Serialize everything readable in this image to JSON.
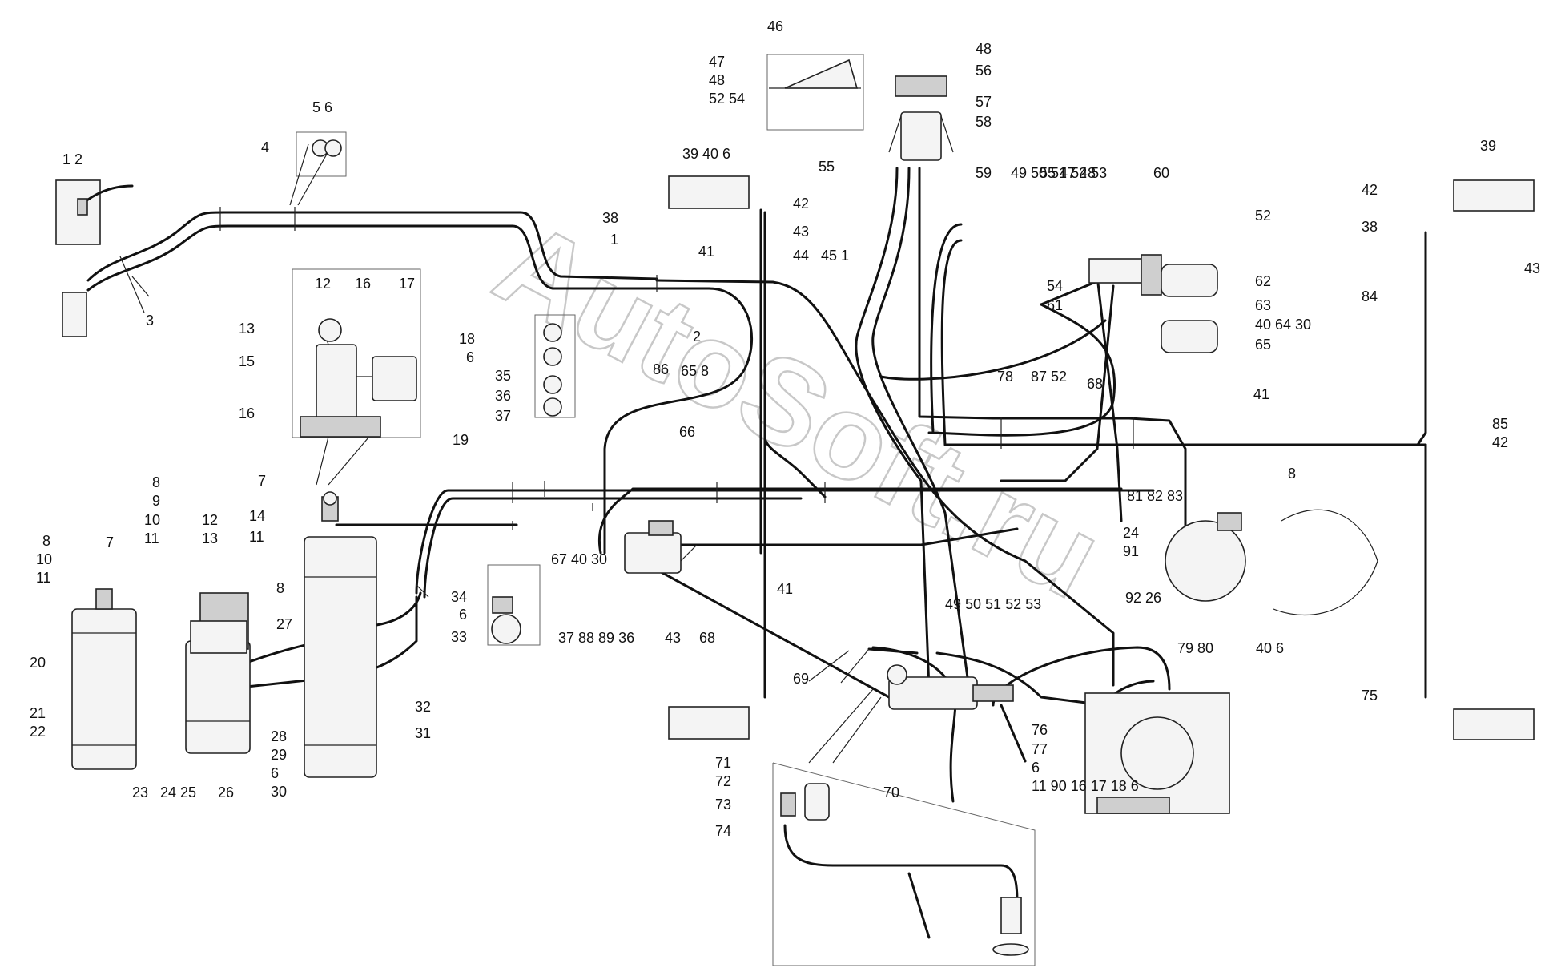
{
  "watermark": "AutoSoft.ru",
  "callouts": [
    {
      "t": "1 2"
    },
    {
      "t": "3"
    },
    {
      "t": "4"
    },
    {
      "t": "5 6"
    },
    {
      "t": "12"
    },
    {
      "t": "13"
    },
    {
      "t": "15"
    },
    {
      "t": "16"
    },
    {
      "t": "16"
    },
    {
      "t": "17"
    },
    {
      "t": "18"
    },
    {
      "t": "6"
    },
    {
      "t": "19"
    },
    {
      "t": "7"
    },
    {
      "t": "8"
    },
    {
      "t": "9"
    },
    {
      "t": "10"
    },
    {
      "t": "11"
    },
    {
      "t": "12"
    },
    {
      "t": "13"
    },
    {
      "t": "14"
    },
    {
      "t": "11"
    },
    {
      "t": "8"
    },
    {
      "t": "10"
    },
    {
      "t": "11"
    },
    {
      "t": "7"
    },
    {
      "t": "8"
    },
    {
      "t": "27"
    },
    {
      "t": "20"
    },
    {
      "t": "21"
    },
    {
      "t": "22"
    },
    {
      "t": "23"
    },
    {
      "t": "24 25"
    },
    {
      "t": "26"
    },
    {
      "t": "28"
    },
    {
      "t": "29"
    },
    {
      "t": "6"
    },
    {
      "t": "30"
    },
    {
      "t": "31"
    },
    {
      "t": "32"
    },
    {
      "t": "34"
    },
    {
      "t": "6"
    },
    {
      "t": "33"
    },
    {
      "t": "35"
    },
    {
      "t": "36"
    },
    {
      "t": "37"
    },
    {
      "t": "38"
    },
    {
      "t": "39 40 6"
    },
    {
      "t": "41"
    },
    {
      "t": "42"
    },
    {
      "t": "43"
    },
    {
      "t": "1"
    },
    {
      "t": "44"
    },
    {
      "t": "45 1"
    },
    {
      "t": "2"
    },
    {
      "t": "65 8"
    },
    {
      "t": "86"
    },
    {
      "t": "66"
    },
    {
      "t": "67 40 30"
    },
    {
      "t": "37 88 89 36"
    },
    {
      "t": "41"
    },
    {
      "t": "43"
    },
    {
      "t": "68"
    },
    {
      "t": "69"
    },
    {
      "t": "49 50 51 52 53"
    },
    {
      "t": "46"
    },
    {
      "t": "47"
    },
    {
      "t": "48"
    },
    {
      "t": "52 54"
    },
    {
      "t": "55"
    },
    {
      "t": "48"
    },
    {
      "t": "56"
    },
    {
      "t": "57"
    },
    {
      "t": "58"
    },
    {
      "t": "59"
    },
    {
      "t": "49 50 51 52 53"
    },
    {
      "t": "55 47 48"
    },
    {
      "t": "60"
    },
    {
      "t": "52"
    },
    {
      "t": "54"
    },
    {
      "t": "61"
    },
    {
      "t": "62"
    },
    {
      "t": "63"
    },
    {
      "t": "40 64 30"
    },
    {
      "t": "65"
    },
    {
      "t": "78"
    },
    {
      "t": "87 52"
    },
    {
      "t": "68"
    },
    {
      "t": "41"
    },
    {
      "t": "81 82 83"
    },
    {
      "t": "8"
    },
    {
      "t": "24"
    },
    {
      "t": "91"
    },
    {
      "t": "92 26"
    },
    {
      "t": "79 80"
    },
    {
      "t": "40 6"
    },
    {
      "t": "39"
    },
    {
      "t": "42"
    },
    {
      "t": "38"
    },
    {
      "t": "43"
    },
    {
      "t": "84"
    },
    {
      "t": "85"
    },
    {
      "t": "42"
    },
    {
      "t": "75"
    },
    {
      "t": "76"
    },
    {
      "t": "77"
    },
    {
      "t": "6"
    },
    {
      "t": "11 90 16 17 18 6"
    },
    {
      "t": "70"
    },
    {
      "t": "71"
    },
    {
      "t": "72"
    },
    {
      "t": "73"
    },
    {
      "t": "74"
    }
  ]
}
